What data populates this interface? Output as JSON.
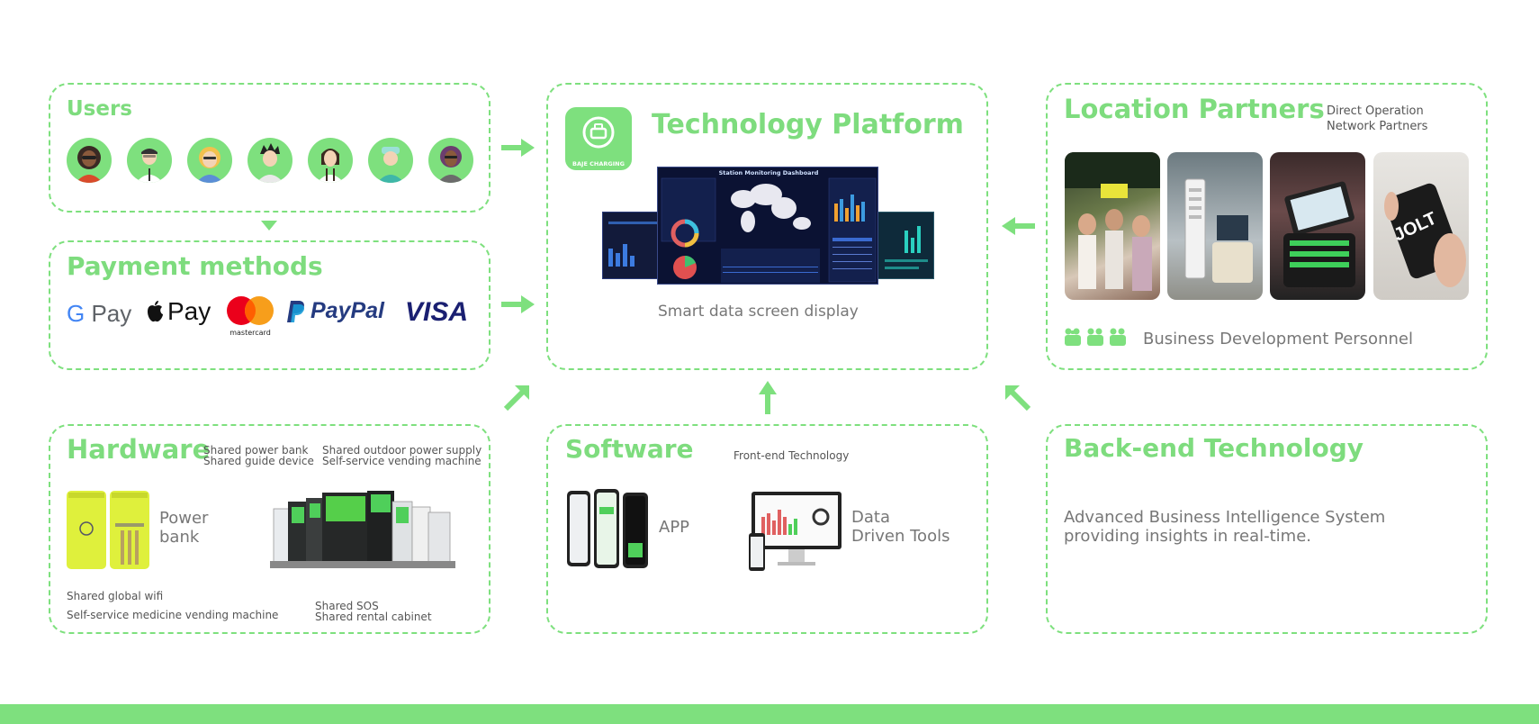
{
  "colors": {
    "accent": "#7ee07e",
    "text": "#666666",
    "bar": "#7ee07e"
  },
  "users": {
    "title": "Users",
    "avatar_count": 7
  },
  "payment": {
    "title": "Payment methods",
    "gpay": "G Pay",
    "applepay": "Pay",
    "mastercard": "mastercard",
    "paypal": "PayPal",
    "visa": "VISA"
  },
  "tech": {
    "title": "Technology Platform",
    "logo_text": "BAJE CHARGING",
    "dashboard_title": "Station Monitoring Dashboard",
    "caption": "Smart data screen display"
  },
  "location": {
    "title": "Location Partners",
    "tag1": "Direct Operation",
    "tag2": "Network Partners",
    "photo_text_jolt": "JOLT",
    "personnel": "Business Development Personnel"
  },
  "hardware": {
    "title": "Hardware",
    "tag1": "Shared power bank",
    "tag2": "Shared guide device",
    "tag3": "Shared outdoor power supply",
    "tag4": "Self-service vending machine",
    "powerbank_line1": "Power",
    "powerbank_line2": "bank",
    "foot1": "Shared global wifi",
    "foot2": "Self-service medicine vending machine",
    "foot3": "Shared SOS",
    "foot4": "Shared rental cabinet"
  },
  "software": {
    "title": "Software",
    "tag": "Front-end Technology",
    "app": "APP",
    "tools_line1": "Data",
    "tools_line2": "Driven Tools"
  },
  "backend": {
    "title": "Back-end Technology",
    "line1": "Advanced Business Intelligence System",
    "line2": "providing insights in real-time."
  }
}
